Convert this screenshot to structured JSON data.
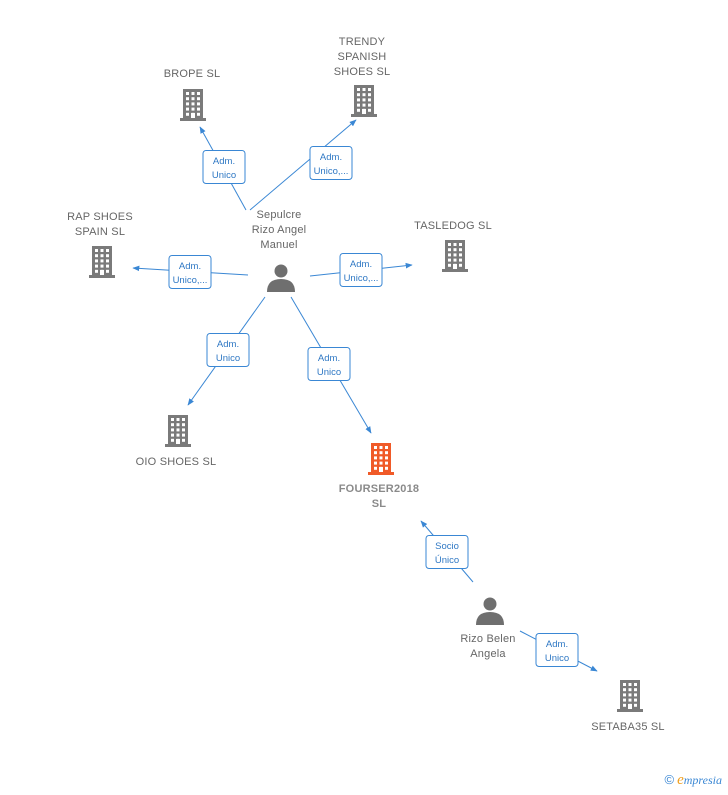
{
  "nodes": [
    {
      "id": "sepulcre",
      "type": "person",
      "lines": [
        "Sepulcre",
        "Rizo Angel",
        "Manuel"
      ],
      "highlight": false
    },
    {
      "id": "rizo_belen",
      "type": "person",
      "lines": [
        "Rizo Belen",
        "Angela"
      ],
      "highlight": false
    },
    {
      "id": "brope",
      "type": "company",
      "lines": [
        "BROPE  SL"
      ],
      "highlight": false
    },
    {
      "id": "trendy",
      "type": "company",
      "lines": [
        "TRENDY",
        "SPANISH",
        "SHOES SL"
      ],
      "highlight": false
    },
    {
      "id": "rap",
      "type": "company",
      "lines": [
        "RAP SHOES",
        "SPAIN  SL"
      ],
      "highlight": false
    },
    {
      "id": "tasledog",
      "type": "company",
      "lines": [
        "TASLEDOG  SL"
      ],
      "highlight": false
    },
    {
      "id": "oio",
      "type": "company",
      "lines": [
        "OIO SHOES  SL"
      ],
      "highlight": false
    },
    {
      "id": "fourser",
      "type": "company",
      "lines": [
        "FOURSER2018",
        "SL"
      ],
      "highlight": true
    },
    {
      "id": "setaba",
      "type": "company",
      "lines": [
        "SETABA35  SL"
      ],
      "highlight": false
    }
  ],
  "edges": [
    {
      "from": "sepulcre",
      "to": "brope",
      "label": [
        "Adm.",
        "Unico"
      ]
    },
    {
      "from": "sepulcre",
      "to": "trendy",
      "label": [
        "Adm.",
        "Unico,..."
      ]
    },
    {
      "from": "sepulcre",
      "to": "rap",
      "label": [
        "Adm.",
        "Unico,..."
      ]
    },
    {
      "from": "sepulcre",
      "to": "tasledog",
      "label": [
        "Adm.",
        "Unico,..."
      ]
    },
    {
      "from": "sepulcre",
      "to": "oio",
      "label": [
        "Adm.",
        "Unico"
      ]
    },
    {
      "from": "sepulcre",
      "to": "fourser",
      "label": [
        "Adm.",
        "Unico"
      ]
    },
    {
      "from": "rizo_belen",
      "to": "fourser",
      "label": [
        "Socio",
        "Único"
      ]
    },
    {
      "from": "rizo_belen",
      "to": "setaba",
      "label": [
        "Adm.",
        "Unico"
      ]
    }
  ],
  "footer": {
    "copyright": "©",
    "brand_initial": "e",
    "brand_rest": "mpresia"
  }
}
